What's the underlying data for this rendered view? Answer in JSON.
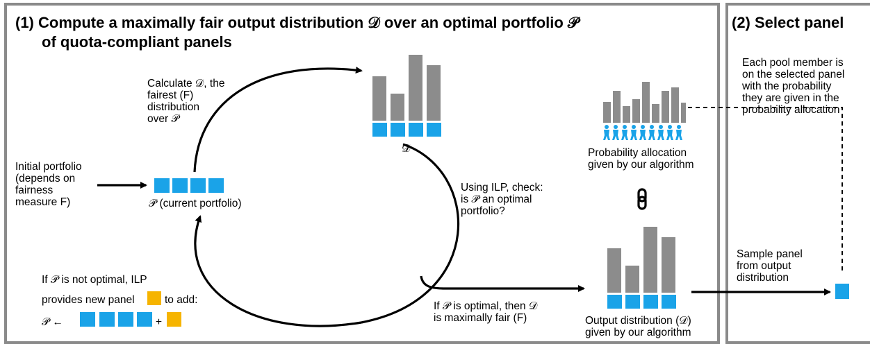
{
  "panel1": {
    "title_line1": "(1) Compute a maximally fair output distribution 𝒟 over an optimal portfolio 𝒫",
    "title_line2": "of quota-compliant panels"
  },
  "panel2": {
    "title": "(2) Select panel"
  },
  "labels": {
    "initial_portfolio": [
      "Initial portfolio",
      "(depends on",
      "fairness",
      "measure F)"
    ],
    "current_portfolio": "𝒫 (current portfolio)",
    "calculate": [
      "Calculate 𝒟, the",
      "fairest (F)",
      "distribution",
      "over 𝒫"
    ],
    "dist_symbol": "𝒟",
    "ilp_check": [
      "Using ILP, check:",
      "is 𝒫 an optimal",
      "portfolio?"
    ],
    "not_optimal_1": "If 𝒫 is not optimal, ILP",
    "not_optimal_2a": "provides new panel",
    "not_optimal_2b": "to add:",
    "update_rule_lhs": "𝒫 ←",
    "update_rule_plus": "+",
    "optimal": [
      "If 𝒫 is optimal, then 𝒟",
      "is maximally fair (F)"
    ],
    "output_dist": [
      "Output distribution (𝒟)",
      "given by our algorithm"
    ],
    "prob_alloc": [
      "Probability allocation",
      "given by our algorithm"
    ],
    "pool_member": [
      "Each pool member is",
      "on the selected panel",
      "with the probability",
      "they are given in the",
      "probability allocation"
    ],
    "sample_panel": [
      "Sample panel",
      "from output",
      "distribution"
    ]
  },
  "colors": {
    "panel_blue": "#1aa3e8",
    "new_panel_orange": "#f6b400",
    "bar_gray": "#8c8c8c",
    "frame_gray": "#8a8a8a"
  },
  "icons": [
    "link-icon",
    "person-icon"
  ]
}
